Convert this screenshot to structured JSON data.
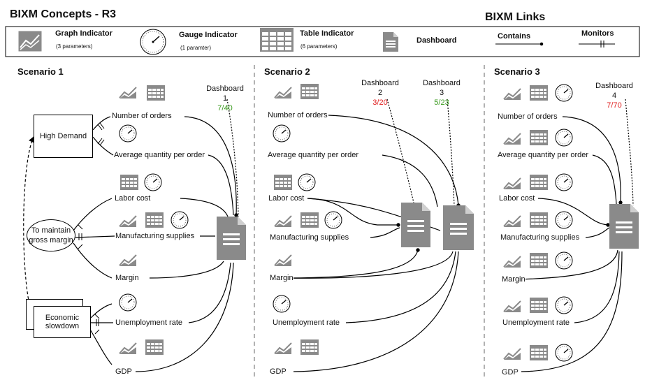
{
  "header": {
    "concepts_title": "BIXM Concepts - R3",
    "links_title": "BIXM Links"
  },
  "legend": {
    "graph": {
      "label": "Graph Indicator",
      "sub": "(3 parameters)"
    },
    "gauge": {
      "label": "Gauge Indicator",
      "sub": "(1 paramter)"
    },
    "table": {
      "label": "Table Indicator",
      "sub": "(6 parameters)"
    },
    "dashboard": {
      "label": "Dashboard"
    },
    "contains": {
      "label": "Contains"
    },
    "monitors": {
      "label": "Monitors"
    }
  },
  "scenario1": {
    "title": "Scenario 1",
    "high_demand": "High Demand",
    "gross_margin": "To maintain gross margin",
    "economic": "Economic slowdown",
    "dashboard": {
      "name": "Dashboard",
      "number": "1",
      "ratio": "7/40",
      "ratio_color": "#3a9a1e"
    },
    "indicators": [
      "Number of orders",
      "Average quantity per order",
      "Labor cost",
      "Manufacturing supplies",
      "Margin",
      "Unemployment rate",
      "GDP"
    ]
  },
  "scenario2": {
    "title": "Scenario 2",
    "dashboard2": {
      "name": "Dashboard",
      "number": "2",
      "ratio": "3/20",
      "ratio_color": "#e02020"
    },
    "dashboard3": {
      "name": "Dashboard",
      "number": "3",
      "ratio": "5/23",
      "ratio_color": "#3a9a1e"
    },
    "indicators": [
      "Number of orders",
      "Average quantity per order",
      "Labor cost",
      "Manufacturing supplies",
      "Margin",
      "Unemployment rate",
      "GDP"
    ]
  },
  "scenario3": {
    "title": "Scenario 3",
    "dashboard": {
      "name": "Dashboard",
      "number": "4",
      "ratio": "7/70",
      "ratio_color": "#e02020"
    },
    "indicators": [
      "Number of orders",
      "Average quantity per order",
      "Labor cost",
      "Manufacturing supplies",
      "Margin",
      "Unemployment rate",
      "GDP"
    ]
  },
  "icons": [
    "graph-icon",
    "gauge-icon",
    "table-icon",
    "dashboard-icon"
  ]
}
